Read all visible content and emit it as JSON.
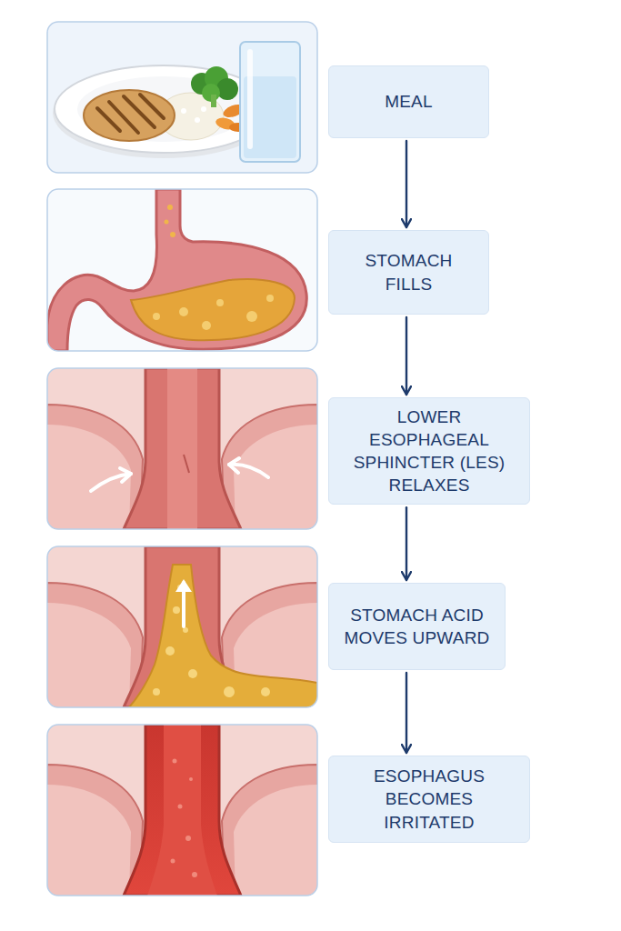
{
  "diagram": {
    "nodes": [
      {
        "text": [
          "MEAL"
        ]
      },
      {
        "text": [
          "STOMACH FILLS"
        ]
      },
      {
        "text": [
          "LOWER ESOPHAGEAL SPHINCTER (LES) RELAXES"
        ]
      },
      {
        "text": [
          "STOMACH ACID MOVES UPWARD"
        ]
      },
      {
        "text": [
          "ESOPHAGUS BECOMES IRRITATED"
        ]
      }
    ],
    "edges": [
      {
        "from": 0,
        "to": 1,
        "arrow": "to"
      },
      {
        "from": 1,
        "to": 2,
        "arrow": "to"
      },
      {
        "from": 2,
        "to": 3,
        "arrow": "to"
      },
      {
        "from": 3,
        "to": 4,
        "arrow": "to"
      }
    ]
  }
}
